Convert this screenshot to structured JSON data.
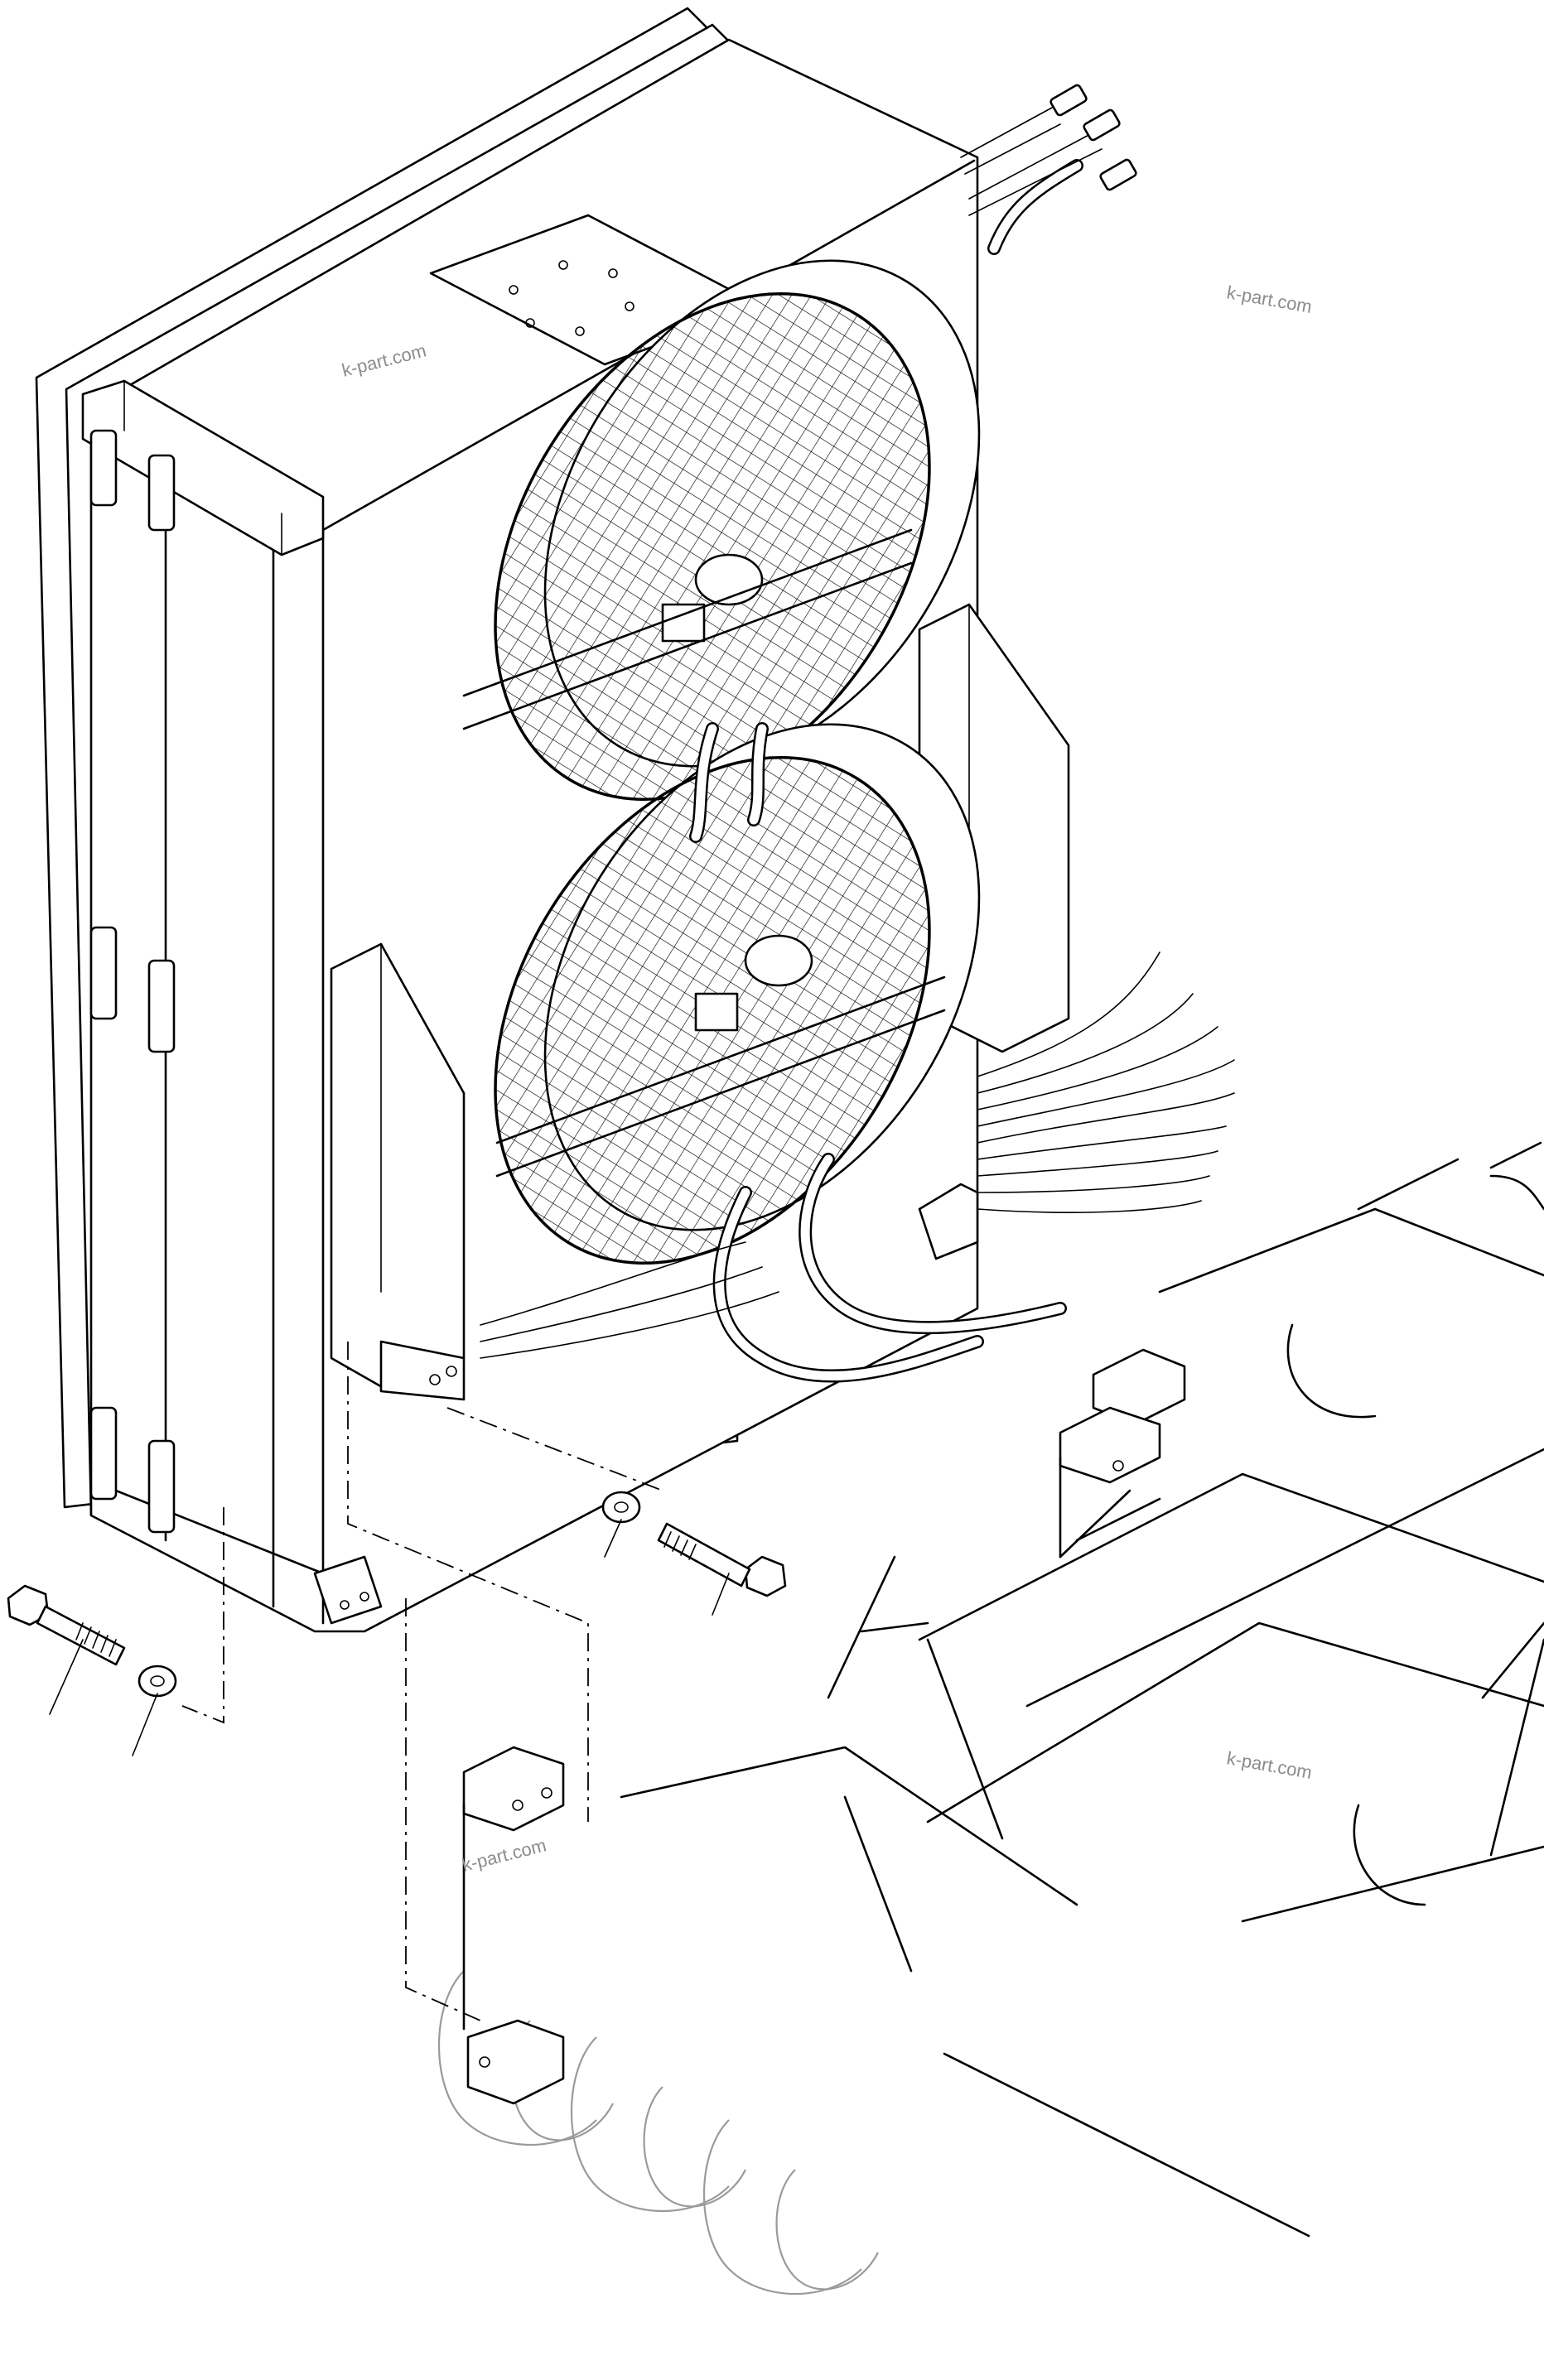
{
  "drawing": {
    "watermarks": [
      "k-part.com",
      "k-part.com",
      "k-part.com",
      "k-part.com"
    ]
  }
}
